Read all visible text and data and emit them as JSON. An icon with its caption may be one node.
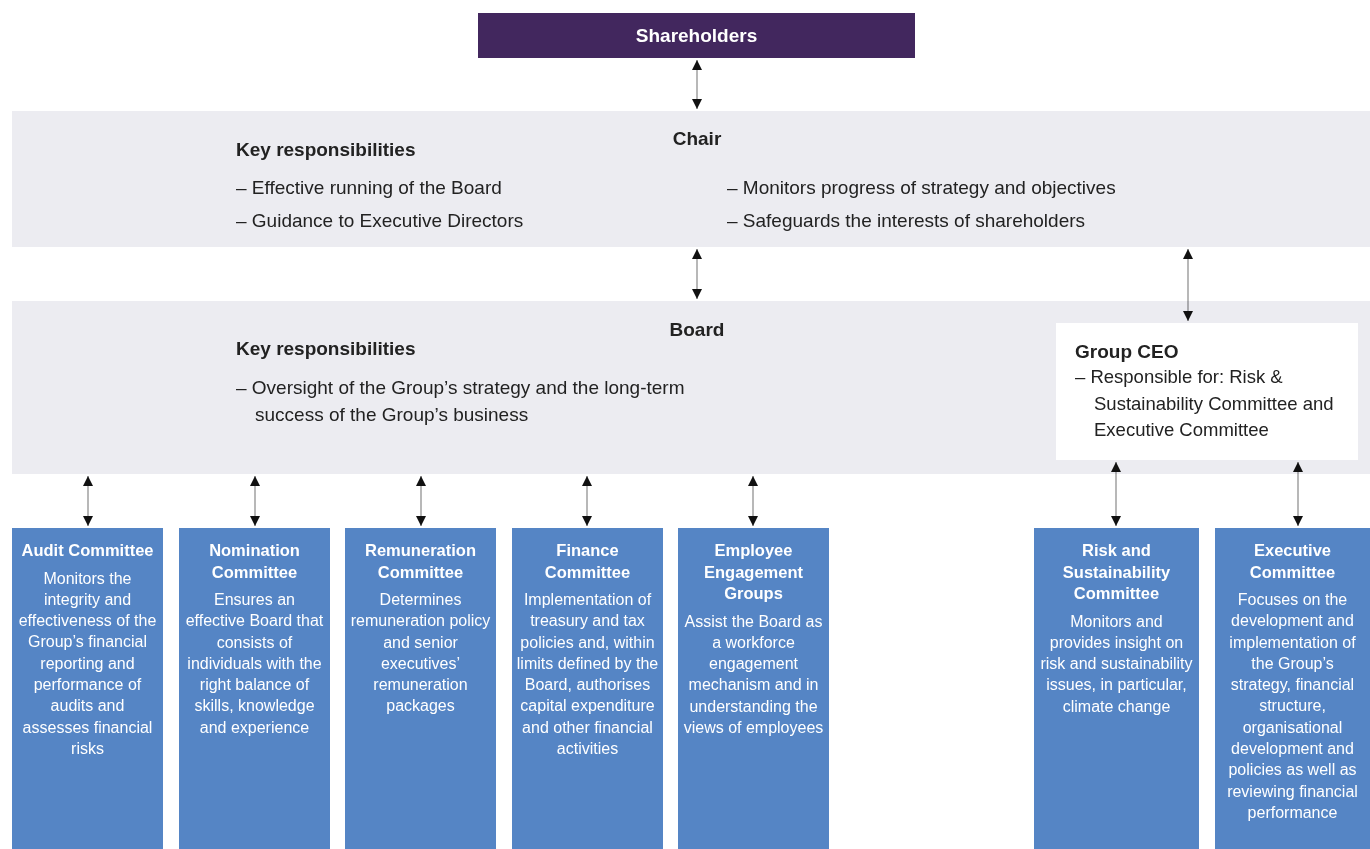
{
  "diagram": {
    "nodes": [
      {
        "text": [
          "Shareholders"
        ]
      },
      {
        "text": [
          "Chair",
          "Key responsibilities",
          "– Effective running of the Board",
          "– Guidance to Executive Directors",
          "– Monitors progress of strategy and objectives",
          "– Safeguards the interests of shareholders"
        ]
      },
      {
        "text": [
          "Board",
          "Key responsibilities",
          "– Oversight of the Group’s strategy and the long-term success of the Group’s business"
        ]
      },
      {
        "text": [
          "Group CEO",
          "– Responsible for: Risk & Sustainability Committee and Executive Committee"
        ],
        "in": 2
      },
      {
        "text": [
          "Audit Committee",
          "Monitors the integrity and effectiveness of the Group’s financial reporting and performance of audits and assesses financial risks"
        ]
      },
      {
        "text": [
          "Nomination Committee",
          "Ensures an effective Board that consists of individuals with the right balance of skills, knowledge and experience"
        ]
      },
      {
        "text": [
          "Remuneration Committee",
          "Determines remuneration policy and senior executives’ remuneration packages"
        ]
      },
      {
        "text": [
          "Finance Committee",
          "Implementation of treasury and tax policies and, within limits defined by the Board, authorises capital expenditure and other financial activities"
        ]
      },
      {
        "text": [
          "Employee Engagement Groups",
          "Assist the Board as a workforce engagement mechanism and in understanding the views of employees"
        ]
      },
      {
        "text": [
          "Risk and Sustainability Committee",
          "Monitors and provides insight on risk and sustainability issues, in particular, climate change"
        ]
      },
      {
        "text": [
          "Executive Committee",
          "Focuses on the development and implementation of the Group’s strategy, financial structure, organisational development and policies as well as reviewing financial performance"
        ]
      }
    ],
    "edges": [
      {
        "from": 0,
        "to": 1,
        "arrow": "both"
      },
      {
        "from": 1,
        "to": 2,
        "arrow": "both"
      },
      {
        "from": 1,
        "to": 3,
        "arrow": "both"
      },
      {
        "from": 2,
        "to": 4,
        "arrow": "both"
      },
      {
        "from": 2,
        "to": 5,
        "arrow": "both"
      },
      {
        "from": 2,
        "to": 6,
        "arrow": "both"
      },
      {
        "from": 2,
        "to": 7,
        "arrow": "both"
      },
      {
        "from": 2,
        "to": 8,
        "arrow": "both"
      },
      {
        "from": 3,
        "to": 9,
        "arrow": "both"
      },
      {
        "from": 3,
        "to": 10,
        "arrow": "both"
      }
    ]
  }
}
